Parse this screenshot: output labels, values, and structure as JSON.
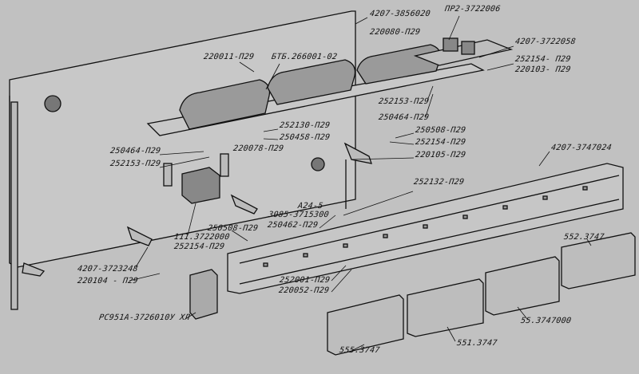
{
  "labels": [
    "4207-3856020",
    "ПР2-3722006",
    "220080-П29",
    "220011-П29",
    "БТБ.266001-02",
    "4207-3722058",
    "252154- П29",
    "220103- П29",
    "252153-П29",
    "250464-П29",
    "252130-П29",
    "250458-П29",
    "250508-П29",
    "252154-П29",
    "220105-П29",
    "220078-П29",
    "250464-П29",
    "252153-П29",
    "4207-3747024",
    "252132-П29",
    "А24-5",
    "3085-3715300",
    "250462-П29",
    "250508-П29",
    "111.3722000",
    "252154-П29",
    "552.3747",
    "4207-3723248",
    "220104 - П29",
    "252001-П29",
    "220052-П29",
    "РС951А-3726010У ХЛ",
    "551.3747",
    "55.3747000",
    "555.3747"
  ],
  "colors": {
    "background": "#c1c1c1",
    "ink": "#111111"
  }
}
